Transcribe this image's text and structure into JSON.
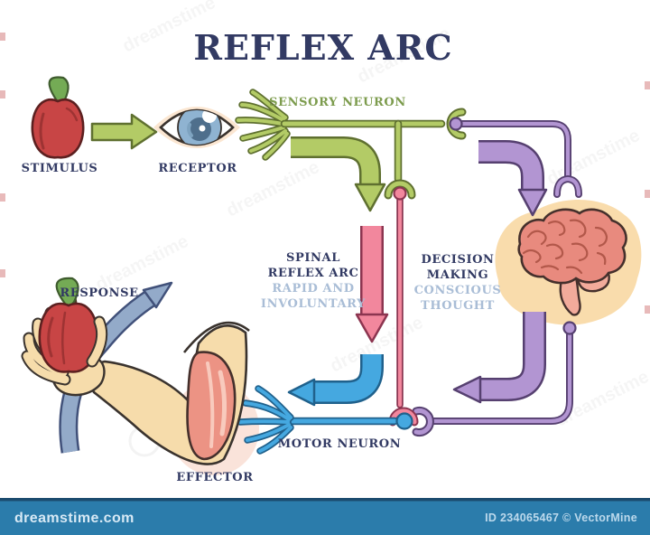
{
  "title": "REFLEX ARC",
  "stages": {
    "stimulus": "STIMULUS",
    "receptor": "RECEPTOR",
    "sensory_neuron": "SENSORY NEURON",
    "motor_neuron": "MOTOR NEURON",
    "response": "RESPONSE",
    "effector": "EFFECTOR"
  },
  "pathways": {
    "spinal": {
      "line1": "SPINAL",
      "line2": "REFLEX ARC",
      "sub1": "RAPID AND",
      "sub2": "INVOLUNTARY"
    },
    "brain": {
      "line1": "DECISION",
      "line2": "MAKING",
      "sub1": "CONSCIOUS",
      "sub2": "THOUGHT"
    }
  },
  "footer": {
    "brand": "dreamstime.com",
    "credit": "ID 234065467 © VectorMine"
  },
  "watermark_text": "dreamstime",
  "colors": {
    "navy": "#323a63",
    "subtext": "#a9bdd6",
    "green_fill": "#b3cb66",
    "green_stroke": "#5f7030",
    "green_text": "#7d9c4e",
    "pink_fill": "#f2879d",
    "pink_stroke": "#8c3550",
    "blue_fill": "#45a8e0",
    "blue_stroke": "#20618c",
    "purple_fill": "#b295d2",
    "purple_stroke": "#564070",
    "steel_fill": "#93aac9",
    "steel_stroke": "#41517a",
    "skin": "#f6dcab",
    "outline_dark": "#3a332e",
    "muscle": "#ec9384",
    "muscle_hl": "#f8cabd",
    "brain_fill": "#e88a7e",
    "brain_line": "#b2584a",
    "brain_dark": "#45302c",
    "stem_fill": "#f2ab9b",
    "head_halo": "#f8d7a0",
    "apple_red": "#c84545",
    "apple_shade": "#9e3333",
    "leaf_green": "#74ab55",
    "leaf_stroke": "#3f5c2e",
    "stem_brown": "#4a3524",
    "iris": "#8fb3d1",
    "pupil": "#4f6f8c",
    "footer_bg": "#2b7cab",
    "footer_strip": "#1b4b6e",
    "footer_text": "#d7e9f5",
    "footer_text2": "#bcd9ec"
  }
}
